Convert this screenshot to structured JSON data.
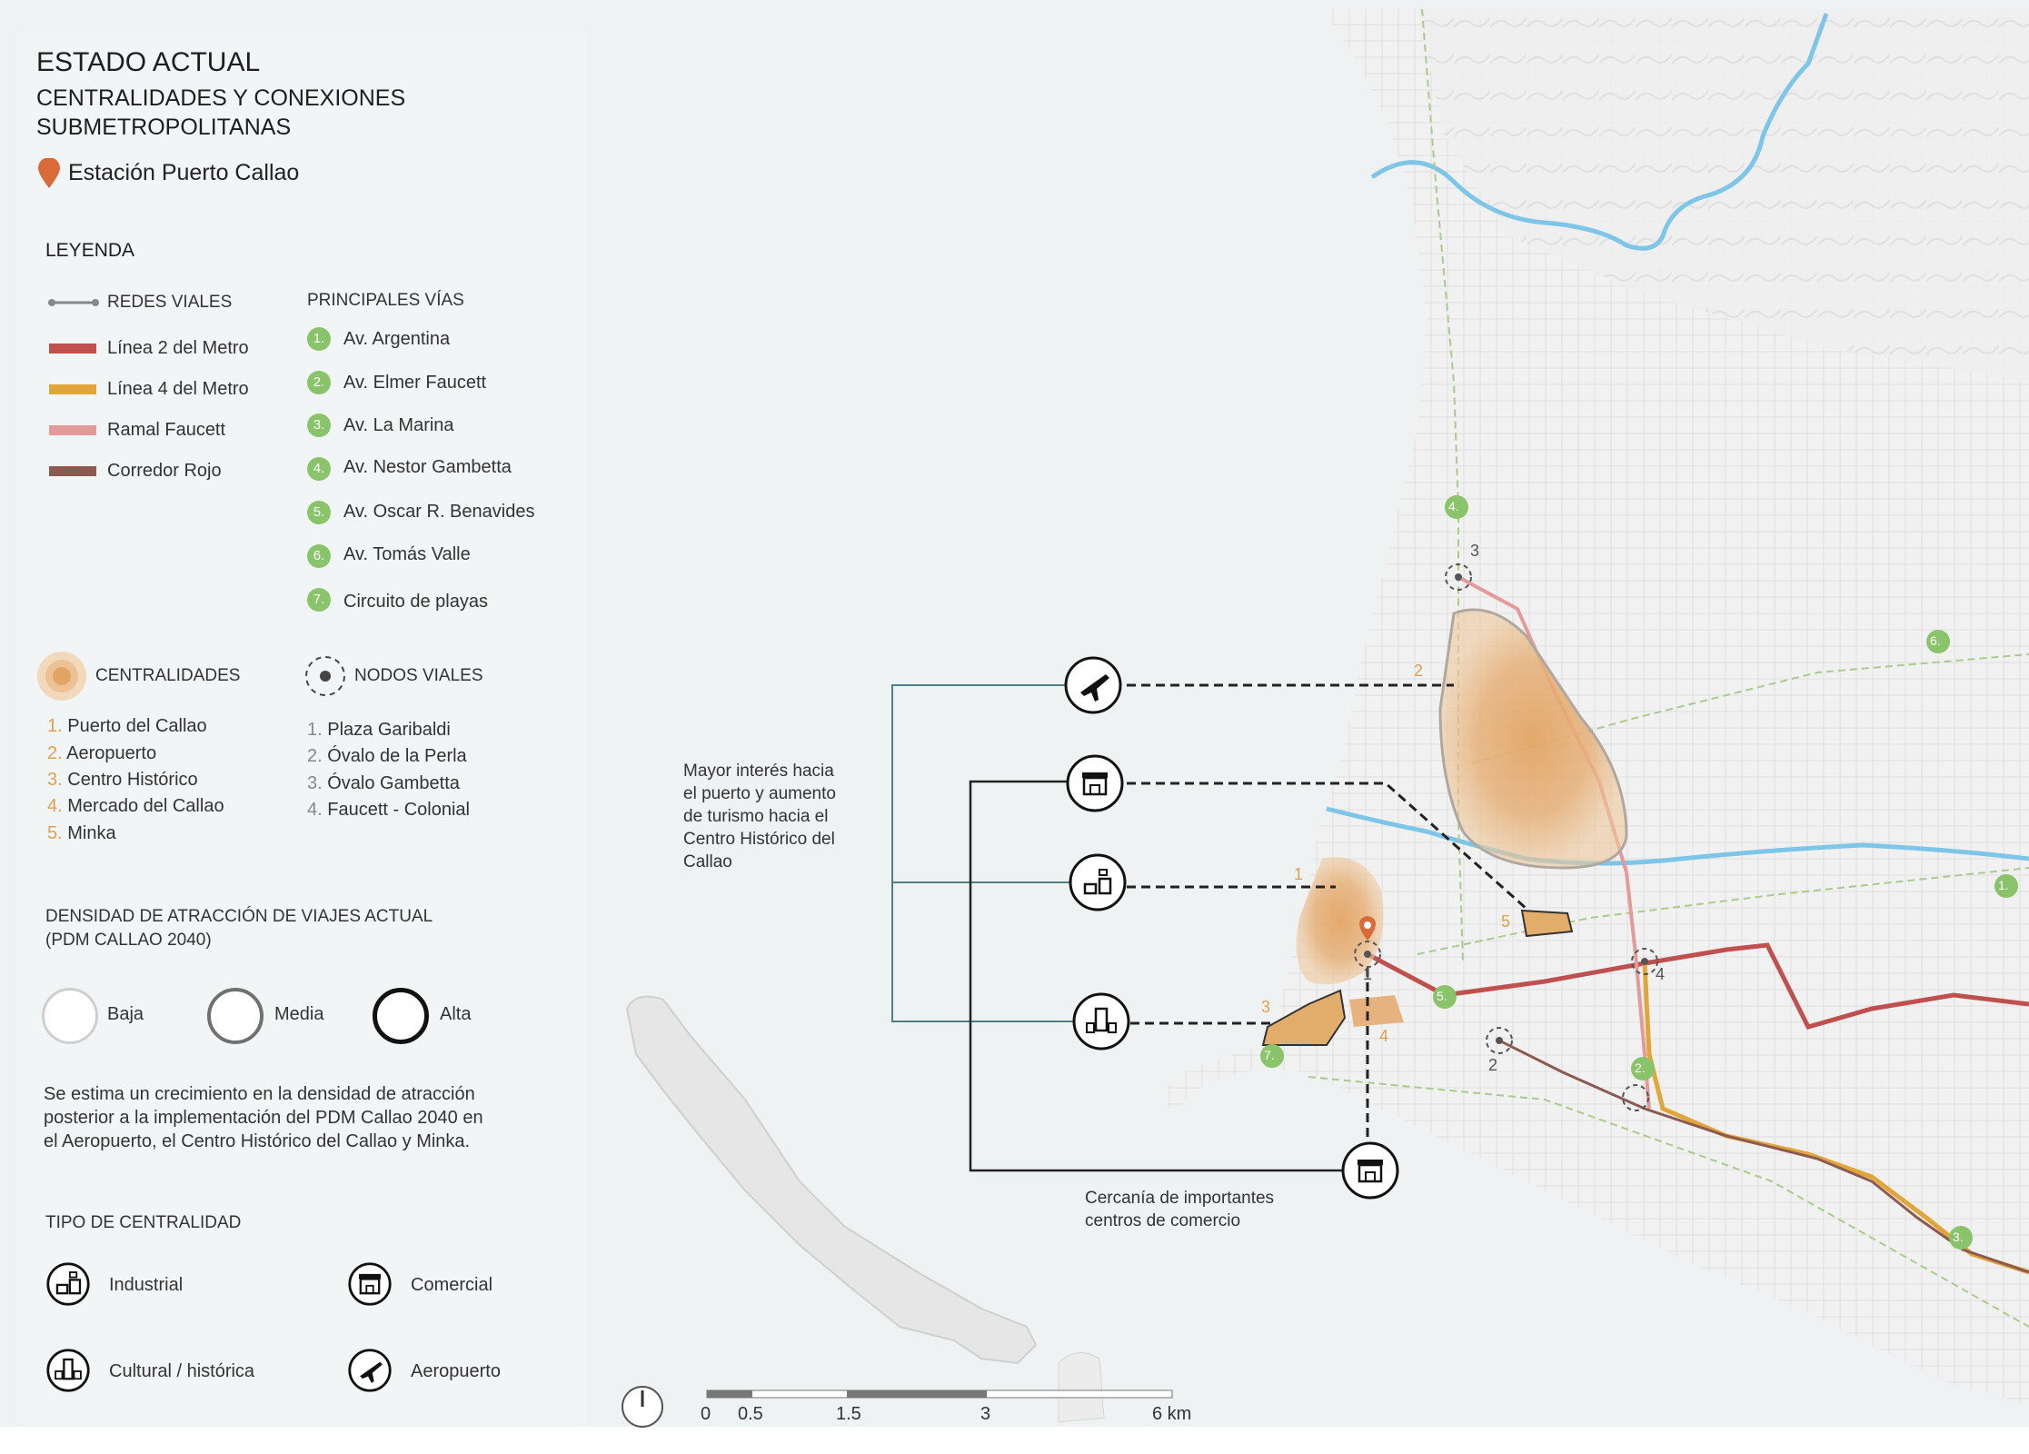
{
  "header": {
    "title": "ESTADO ACTUAL",
    "subtitle_line1": "CENTRALIDADES Y CONEXIONES",
    "subtitle_line2": "SUBMETROPOLITANAS",
    "station_label": "Estación Puerto Callao",
    "station_color": "#d96a3a"
  },
  "legend": {
    "title": "LEYENDA",
    "redes_label": "REDES VIALES",
    "lines": [
      {
        "label": "Línea 2 del Metro",
        "color": "#c0504d"
      },
      {
        "label": "Línea 4 del Metro",
        "color": "#e0a63a"
      },
      {
        "label": "Ramal Faucett",
        "color": "#e49a9a"
      },
      {
        "label": "Corredor Rojo",
        "color": "#8c5a50"
      }
    ],
    "vias_title": "PRINCIPALES VÍAS",
    "vias": [
      {
        "num": "1.",
        "label": "Av. Argentina"
      },
      {
        "num": "2.",
        "label": "Av. Elmer Faucett"
      },
      {
        "num": "3.",
        "label": "Av. La Marina"
      },
      {
        "num": "4.",
        "label": "Av. Nestor Gambetta"
      },
      {
        "num": "5.",
        "label": "Av. Oscar R. Benavides"
      },
      {
        "num": "6.",
        "label": "Av. Tomás Valle"
      },
      {
        "num": "7.",
        "label": "Circuito de playas"
      }
    ],
    "centralidades_title": "CENTRALIDADES",
    "centralidades": [
      {
        "num": "1.",
        "label": "Puerto del Callao"
      },
      {
        "num": "2.",
        "label": "Aeropuerto"
      },
      {
        "num": "3.",
        "label": "Centro Histórico"
      },
      {
        "num": "4.",
        "label": "Mercado del Callao"
      },
      {
        "num": "5.",
        "label": "Minka"
      }
    ],
    "nodos_title": "NODOS VIALES",
    "nodos": [
      {
        "num": "1.",
        "label": "Plaza Garibaldi"
      },
      {
        "num": "2.",
        "label": "Óvalo de la Perla"
      },
      {
        "num": "3.",
        "label": "Óvalo Gambetta"
      },
      {
        "num": "4.",
        "label": "Faucett - Colonial"
      }
    ],
    "densidad_title_line1": "DENSIDAD DE ATRACCIÓN DE VIAJES ACTUAL",
    "densidad_title_line2": "(PDM CALLAO 2040)",
    "densidad": [
      {
        "label": "Baja"
      },
      {
        "label": "Media"
      },
      {
        "label": "Alta"
      }
    ],
    "note_line1": "Se estima un crecimiento en la densidad de atracción",
    "note_line2": "posterior a la implementación del PDM Callao 2040 en",
    "note_line3": "el Aeropuerto, el Centro Histórico del Callao y Minka.",
    "tipo_title": "TIPO DE CENTRALIDAD",
    "tipos": [
      {
        "label": "Industrial",
        "icon": "industrial-icon"
      },
      {
        "label": "Comercial",
        "icon": "store-icon"
      },
      {
        "label": "Cultural / histórica",
        "icon": "castle-icon"
      },
      {
        "label": "Aeropuerto",
        "icon": "airplane-icon"
      }
    ]
  },
  "map": {
    "callout_left": [
      "Mayor interés hacia",
      "el puerto y aumento",
      "de turismo hacia el",
      "Centro Histórico del",
      "Callao"
    ],
    "callout_bottom": [
      "Cercanía de importantes",
      "centros de comercio"
    ],
    "centralidad_labels": [
      "1",
      "2",
      "3",
      "4",
      "5"
    ],
    "nodo_labels": [
      "1",
      "2",
      "3",
      "4"
    ],
    "via_badges": [
      "1.",
      "2.",
      "3.",
      "4.",
      "5.",
      "6.",
      "7."
    ],
    "scale_labels": [
      "0",
      "0.5",
      "1.5",
      "3",
      "6 km"
    ],
    "colors": {
      "river": "#7ec6e8",
      "centralidad": "#e0a868",
      "water": "#eef2f2",
      "land": "#f8f8f8"
    }
  }
}
